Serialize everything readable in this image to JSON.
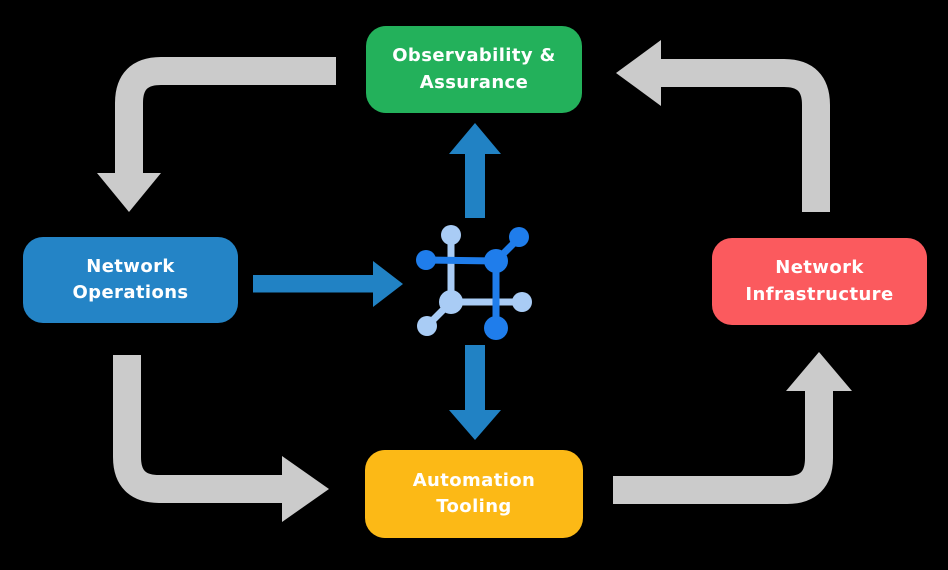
{
  "colors": {
    "background": "#000000",
    "gray_arrow": "#CBCBCB",
    "blue_arrow": "#2182C4",
    "icon_dark_blue": "#1F7DEB",
    "icon_light_blue": "#A9CCF5",
    "label_text": "#FFFFFF"
  },
  "nodes": {
    "observability": {
      "label": "Observability &\nAssurance",
      "color": "#23B15B"
    },
    "operations": {
      "label": "Network\nOperations",
      "color": "#2484C6"
    },
    "infrastructure": {
      "label": "Network\nInfrastructure",
      "color": "#FB5A5E"
    },
    "automation": {
      "label": "Automation\nTooling",
      "color": "#FCB916"
    }
  },
  "center_icon": {
    "name": "network-automation-icon"
  },
  "arrows": [
    {
      "from": "observability",
      "to": "operations",
      "style": "gray-elbow"
    },
    {
      "from": "operations",
      "to": "automation",
      "style": "gray-elbow"
    },
    {
      "from": "automation",
      "to": "infrastructure",
      "style": "gray-elbow"
    },
    {
      "from": "infrastructure",
      "to": "observability",
      "style": "gray-elbow"
    },
    {
      "from": "operations",
      "to": "center-icon",
      "style": "blue-straight"
    },
    {
      "from": "center-icon",
      "to": "observability",
      "style": "blue-straight"
    },
    {
      "from": "center-icon",
      "to": "automation",
      "style": "blue-straight"
    }
  ]
}
